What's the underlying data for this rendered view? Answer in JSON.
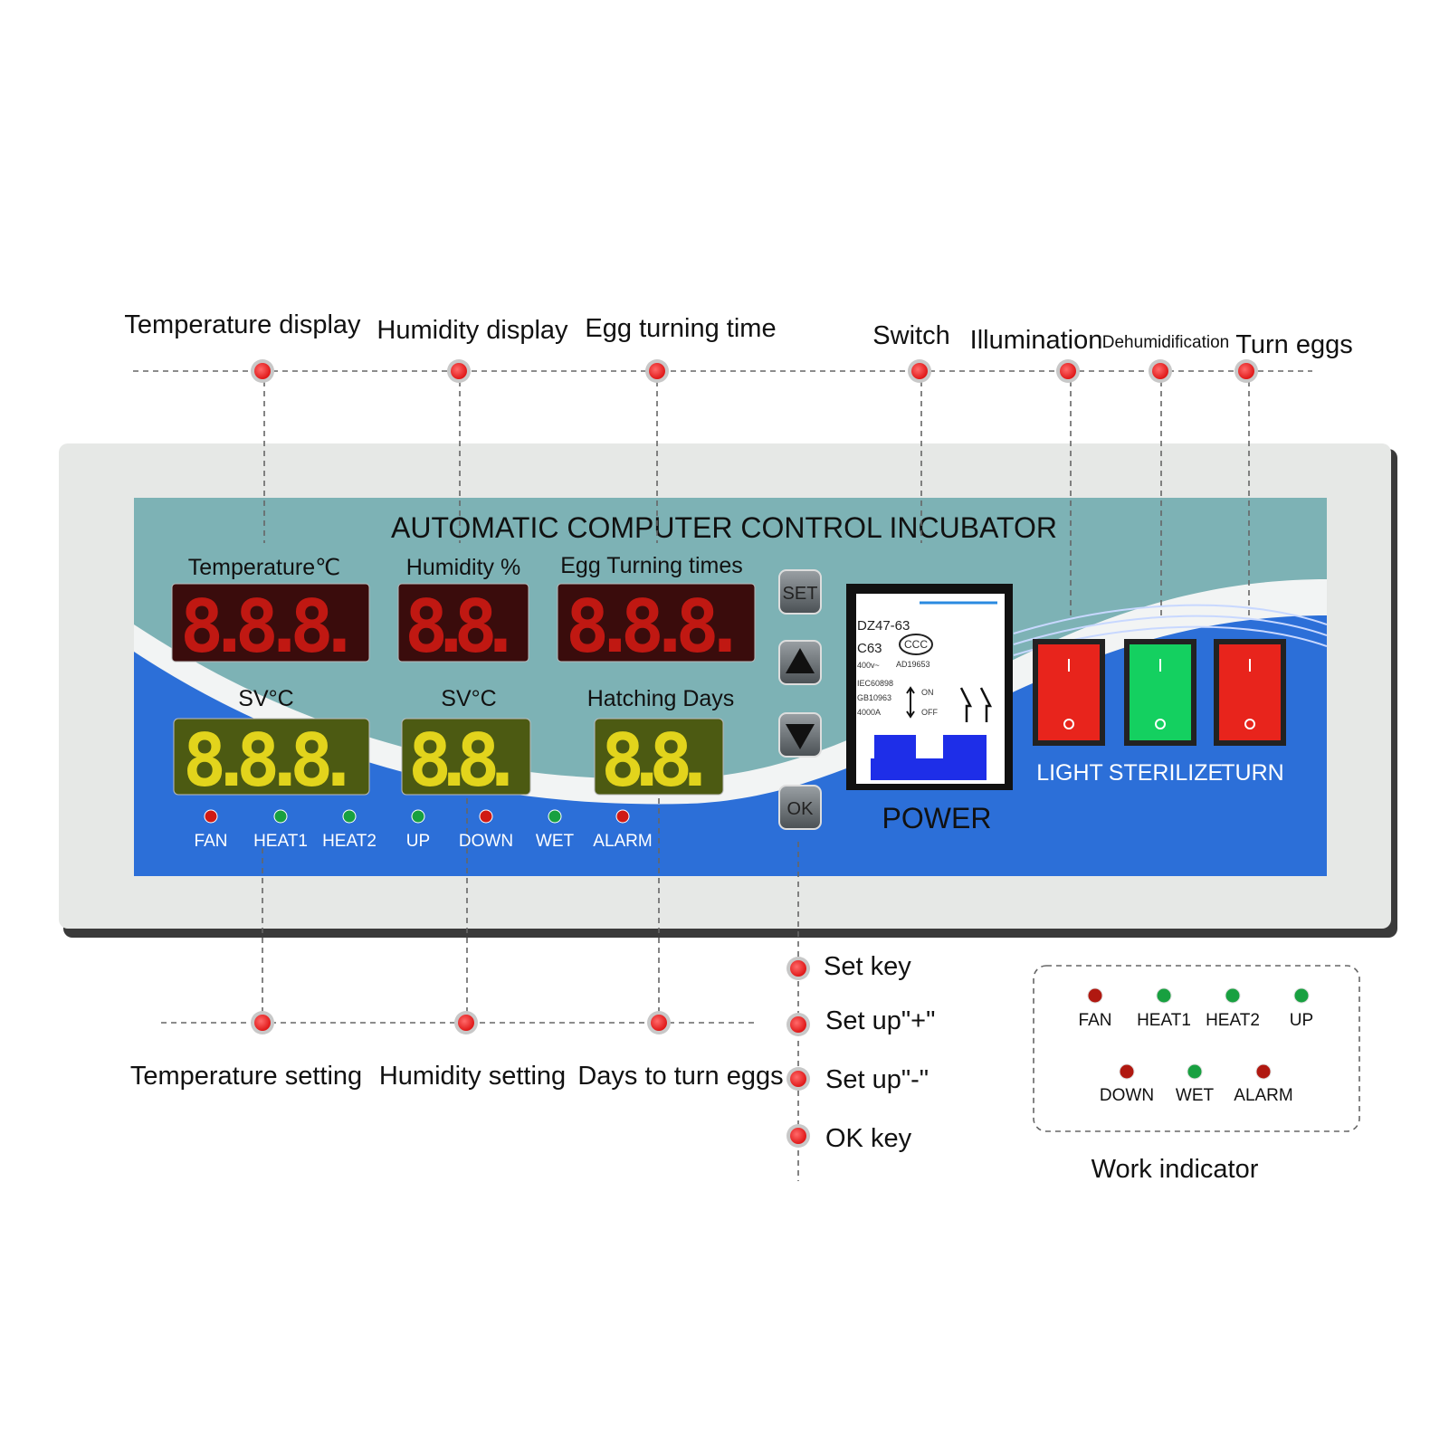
{
  "callouts_top": {
    "temperature_display": "Temperature display",
    "humidity_display": "Humidity display",
    "egg_turning_time": "Egg turning time",
    "switch": "Switch",
    "illumination": "Illumination",
    "dehumidification": "Dehumidification",
    "turn_eggs": "Turn eggs"
  },
  "callouts_bottom": {
    "temperature_setting": "Temperature setting",
    "humidity_setting": "Humidity setting",
    "days_to_turn_eggs": "Days to turn eggs",
    "set_key": "Set key",
    "set_up_plus": "Set up\"+\"",
    "set_up_minus": "Set up\"-\"",
    "ok_key": "OK key"
  },
  "panel": {
    "title": "AUTOMATIC COMPUTER CONTROL INCUBATOR",
    "temperature_label": "Temperature℃",
    "humidity_label": "Humidity %",
    "egg_turning_label": "Egg  Turning times",
    "sv_temp_label": "SV°C",
    "sv_hum_label": "SV°C",
    "hatching_label": "Hatching Days",
    "temp_display": "8.8.8.",
    "hum_display": "8.8.",
    "egg_display": "8.8.8.",
    "sv_temp_display": "8.8.8.",
    "sv_hum_display": "8.8.",
    "hatching_display": "8.8.",
    "indicators": [
      {
        "label": "FAN",
        "color": "#d01a14"
      },
      {
        "label": "HEAT1",
        "color": "#18a040"
      },
      {
        "label": "HEAT2",
        "color": "#18a040"
      },
      {
        "label": "UP",
        "color": "#18a040"
      },
      {
        "label": "DOWN",
        "color": "#d01a14"
      },
      {
        "label": "WET",
        "color": "#18a040"
      },
      {
        "label": "ALARM",
        "color": "#d01a14"
      }
    ],
    "buttons": {
      "set": "SET",
      "ok": "OK"
    },
    "breaker": {
      "model": "DZ47-63",
      "rating": "C63",
      "mark": "CCC",
      "voltage": "400v~",
      "code": "AD19653",
      "std1": "IEC60898",
      "std2": "GB10963",
      "capacity": "4000A",
      "on": "ON",
      "off": "OFF",
      "label": "POWER"
    },
    "switches": [
      {
        "label": "LIGHT",
        "color": "#e8241c"
      },
      {
        "label": "STERILIZE",
        "color": "#14d060"
      },
      {
        "label": "TURN",
        "color": "#e8241c"
      }
    ]
  },
  "work_indicator": {
    "title": "Work indicator",
    "row1": [
      {
        "label": "FAN",
        "color": "#b01810"
      },
      {
        "label": "HEAT1",
        "color": "#18a040"
      },
      {
        "label": "HEAT2",
        "color": "#18a040"
      },
      {
        "label": "UP",
        "color": "#18a040"
      }
    ],
    "row2": [
      {
        "label": "DOWN",
        "color": "#b01810"
      },
      {
        "label": "WET",
        "color": "#18a040"
      },
      {
        "label": "ALARM",
        "color": "#b01810"
      }
    ]
  }
}
